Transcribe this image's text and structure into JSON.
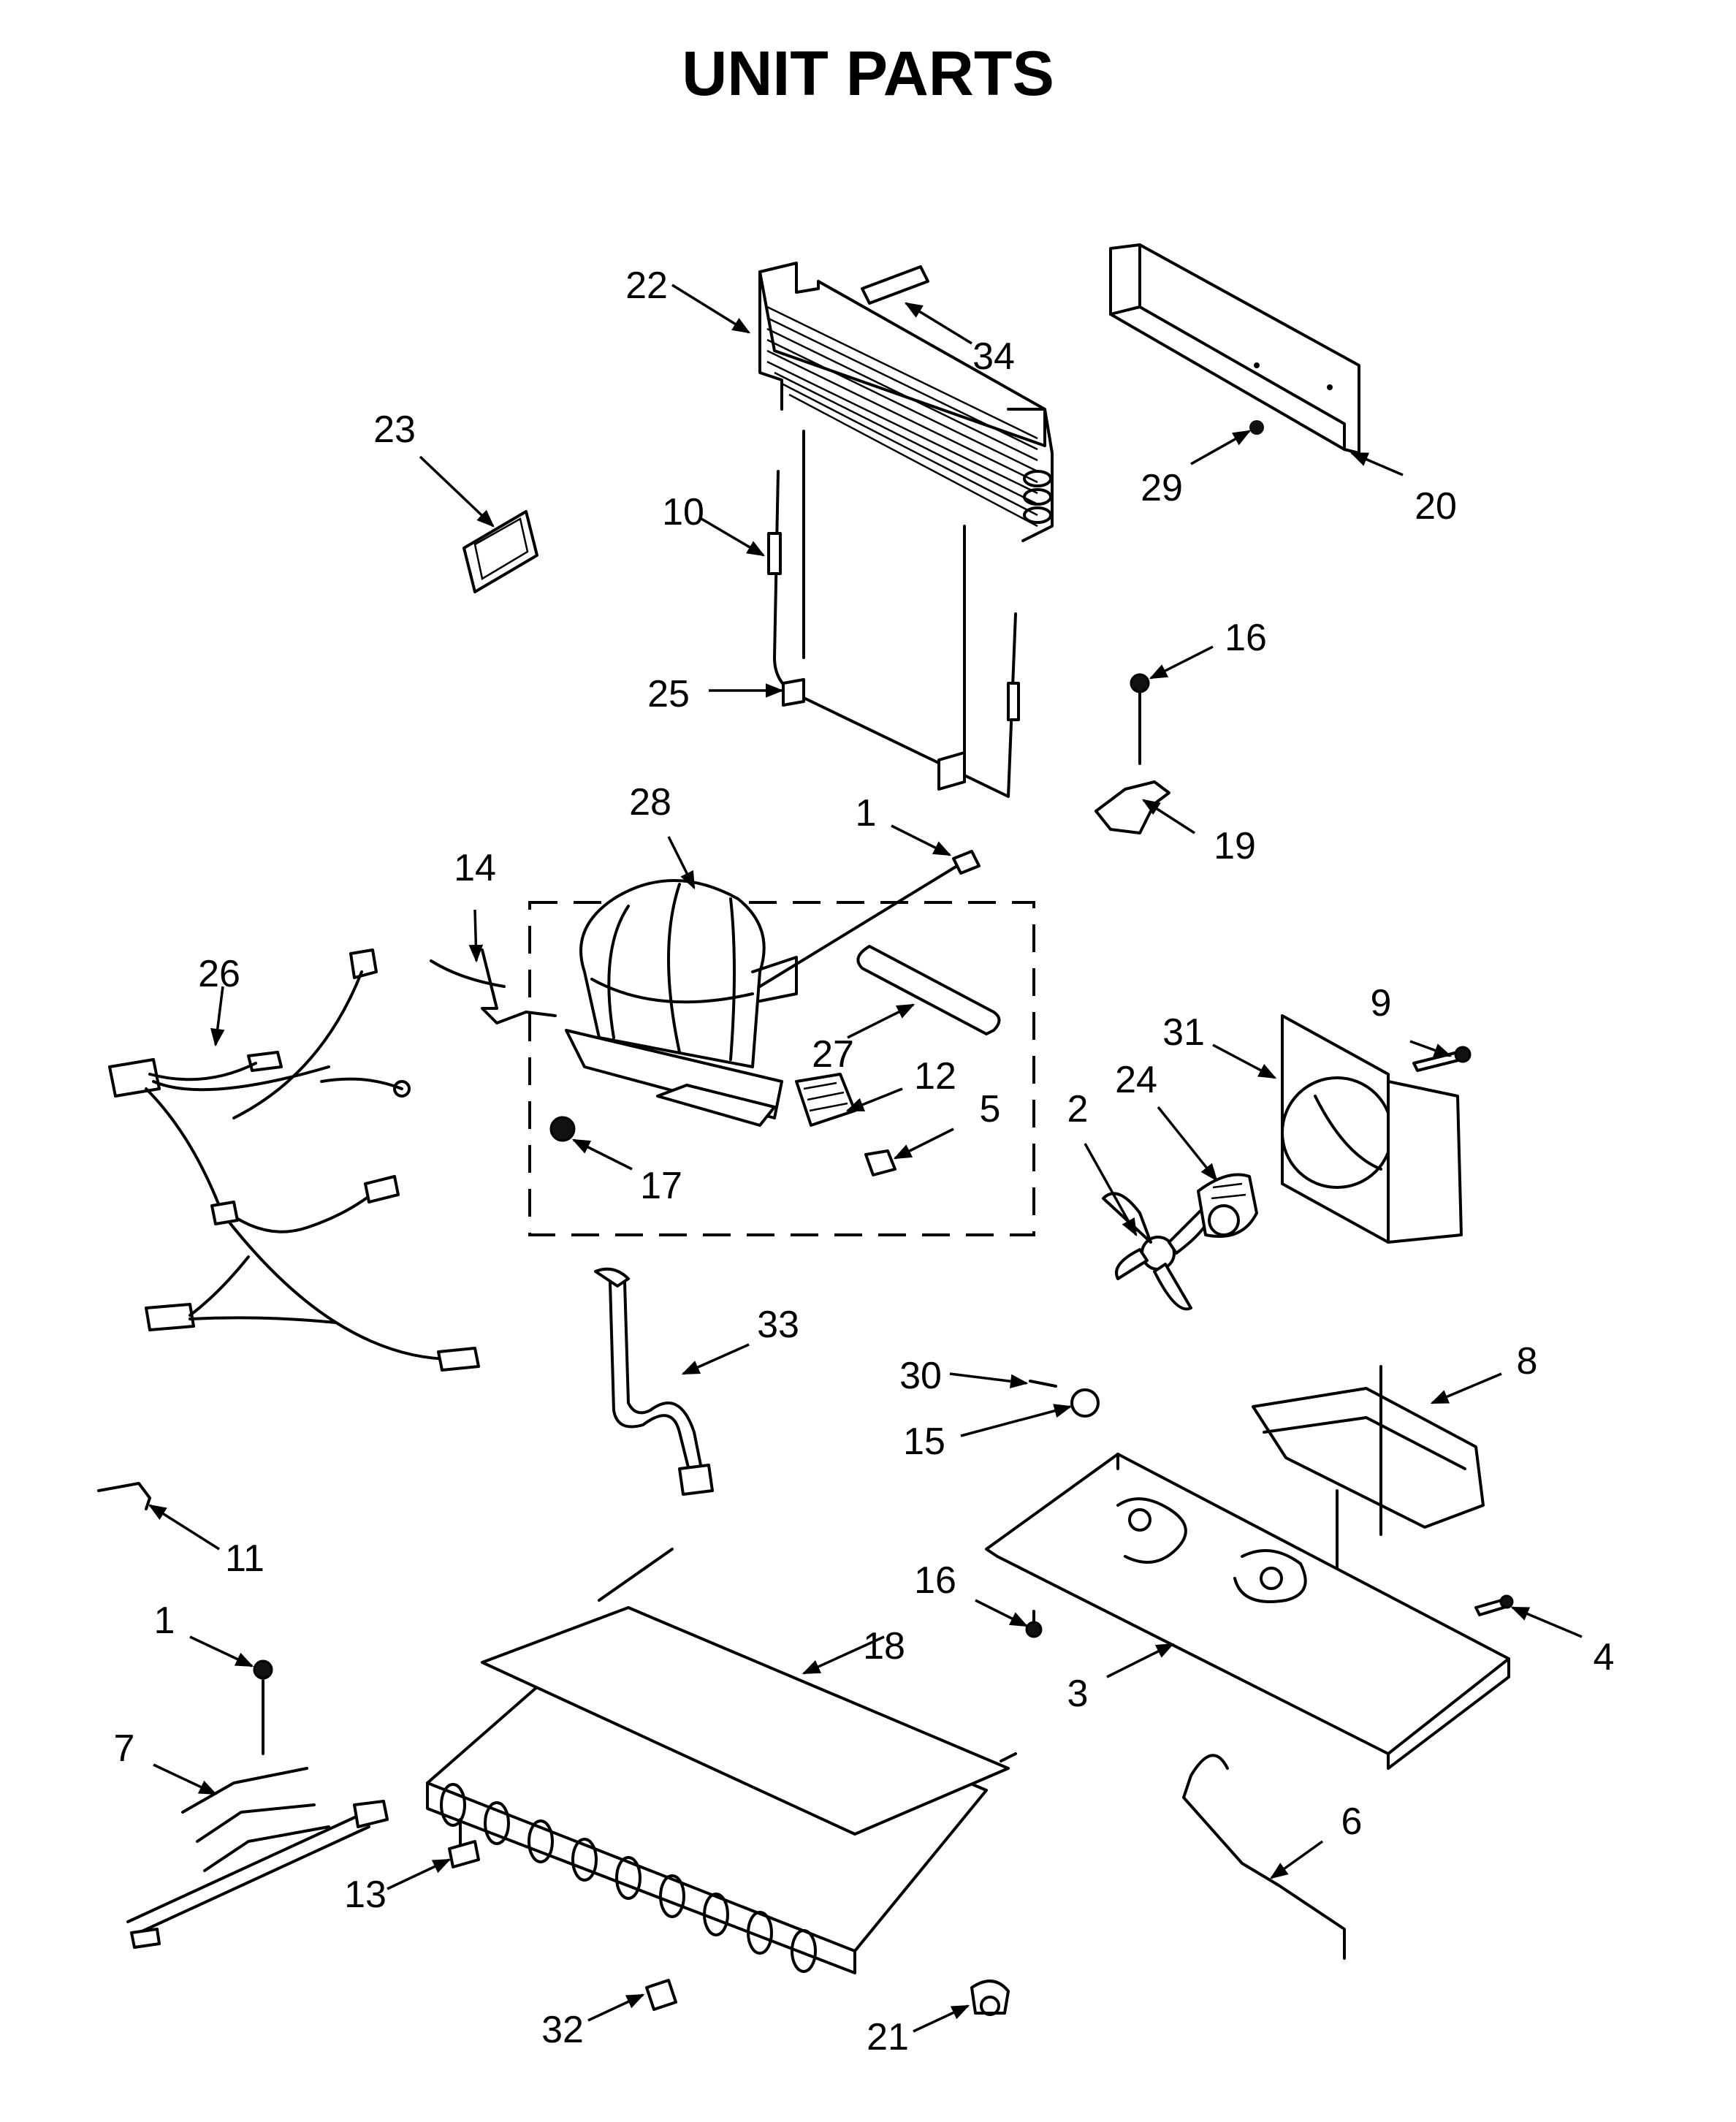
{
  "title": "UNIT  PARTS",
  "callouts": {
    "c1a": "1",
    "c1b": "1",
    "c2": "2",
    "c3": "3",
    "c4": "4",
    "c5": "5",
    "c6": "6",
    "c7": "7",
    "c8": "8",
    "c9": "9",
    "c10": "10",
    "c11": "11",
    "c12": "12",
    "c13": "13",
    "c14": "14",
    "c15": "15",
    "c16a": "16",
    "c16b": "16",
    "c17": "17",
    "c18": "18",
    "c19": "19",
    "c20": "20",
    "c21": "21",
    "c22": "22",
    "c23": "23",
    "c24": "24",
    "c25": "25",
    "c26": "26",
    "c27": "27",
    "c28": "28",
    "c29": "29",
    "c30": "30",
    "c31": "31",
    "c32": "32",
    "c33": "33",
    "c34": "34"
  }
}
